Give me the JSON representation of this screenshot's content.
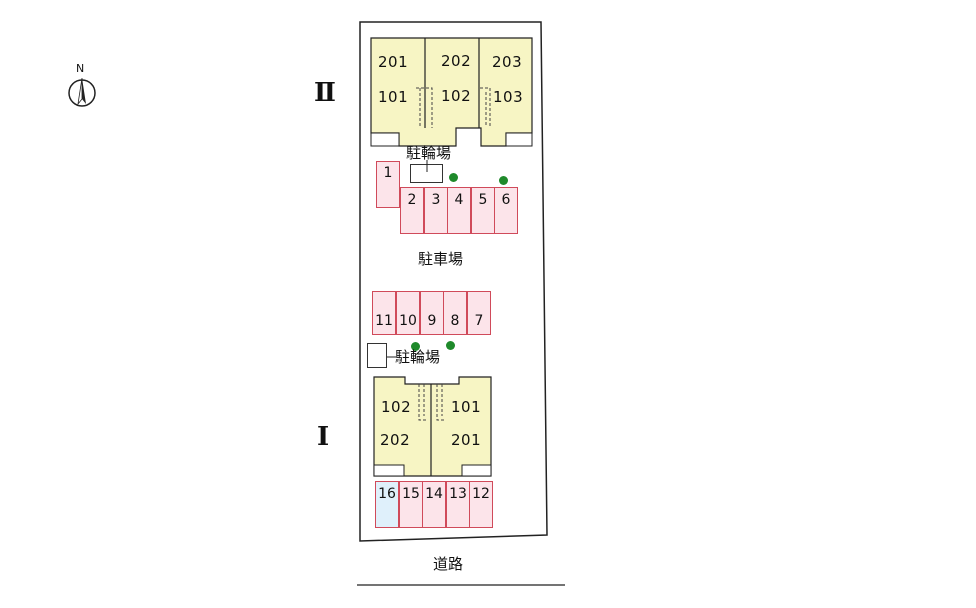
{
  "compass": {
    "north_label": "N"
  },
  "buildings": {
    "II": {
      "label": "Ⅱ",
      "units_upper": [
        "201",
        "202",
        "203"
      ],
      "units_lower": [
        "101",
        "102",
        "103"
      ]
    },
    "I": {
      "label": "Ⅰ",
      "units_upper": [
        "102",
        "101"
      ],
      "units_lower": [
        "202",
        "201"
      ]
    }
  },
  "bicycle_parking": {
    "top": "駐輪場",
    "middle": "駐輪場"
  },
  "parking_lot": {
    "label": "駐車場"
  },
  "parking_spaces": {
    "row_a": [
      "1"
    ],
    "row_b": [
      "2",
      "3",
      "4",
      "5",
      "6"
    ],
    "row_c": [
      "11",
      "10",
      "9",
      "8",
      "7"
    ],
    "row_d": [
      "16",
      "15",
      "14",
      "13",
      "12"
    ]
  },
  "road": {
    "label": "道路"
  },
  "colors": {
    "building_fill": "#f7f5c4",
    "parking_fill": "#fce4ea",
    "parking_border": "#d04a5a",
    "special_space_fill": "#dff0fb",
    "tree": "#1f8a2b"
  }
}
